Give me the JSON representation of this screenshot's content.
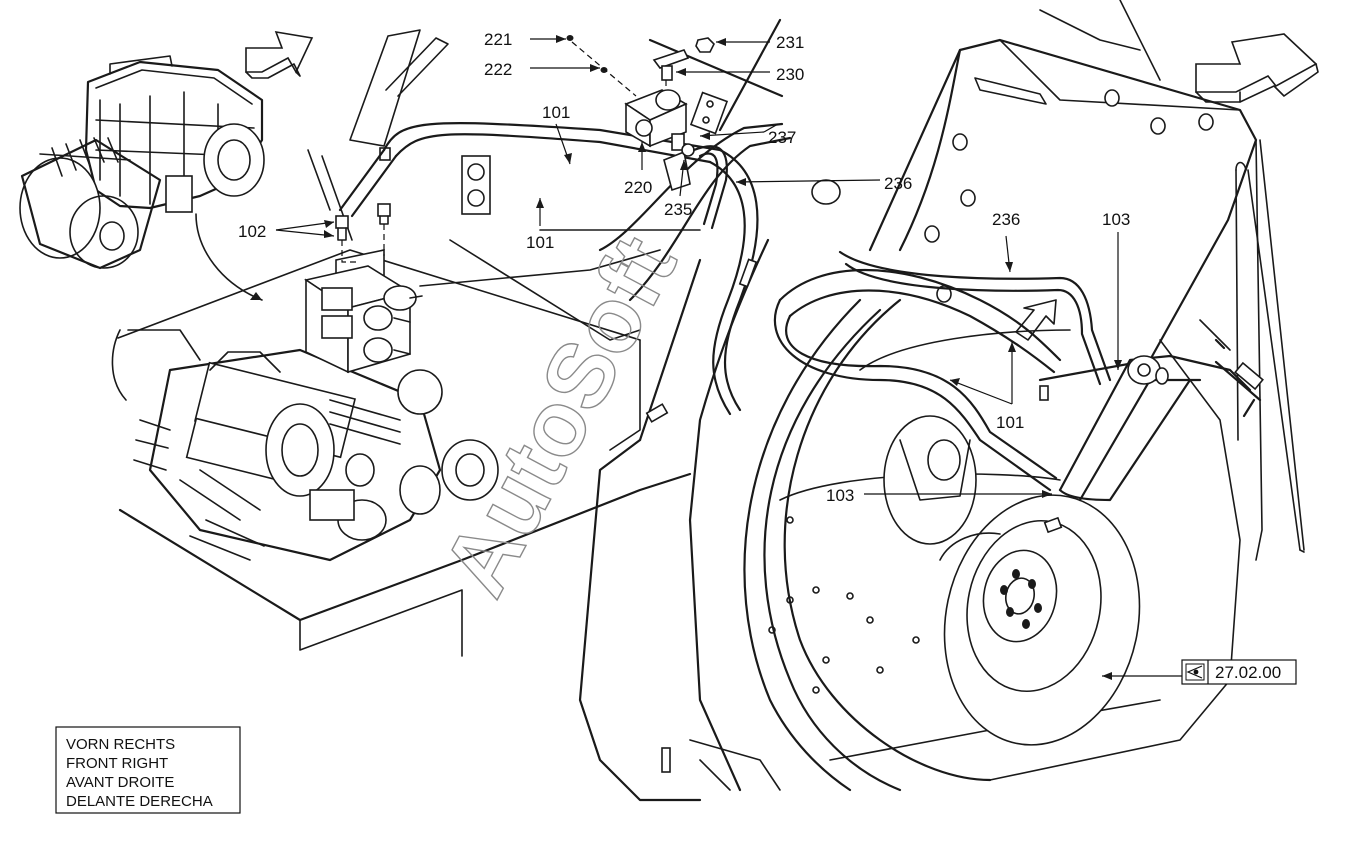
{
  "callouts": {
    "c221": "221",
    "c222": "222",
    "c231": "231",
    "c230": "230",
    "c101a": "101",
    "c101b": "101",
    "c101c": "101",
    "c237": "237",
    "c220": "220",
    "c236a": "236",
    "c236b": "236",
    "c235": "235",
    "c102": "102",
    "c103a": "103",
    "c103b": "103"
  },
  "reference": {
    "label": "27.02.00",
    "icon": "eye-view-icon"
  },
  "orientation_box": {
    "lines": [
      "VORN RECHTS",
      "FRONT RIGHT",
      "AVANT DROITE",
      "DELANTE DERECHA"
    ]
  },
  "watermark": "AutoSoft"
}
